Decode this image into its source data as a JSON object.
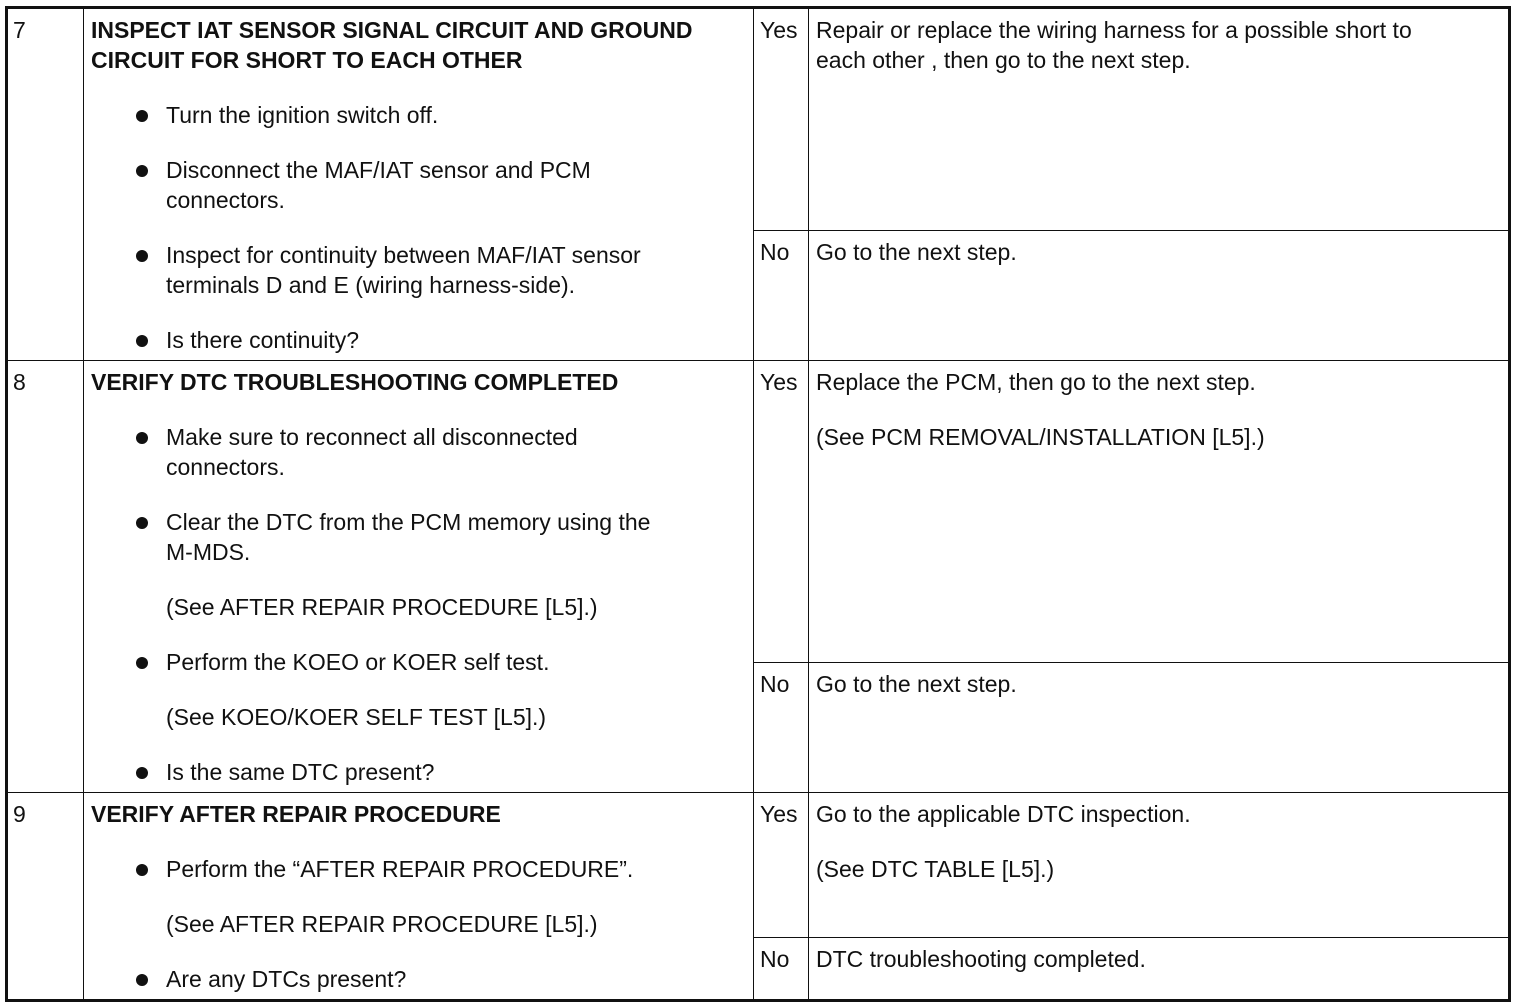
{
  "rows": [
    {
      "step": "7",
      "title_lines": [
        "INSPECT IAT SENSOR SIGNAL CIRCUIT AND GROUND",
        "CIRCUIT FOR SHORT TO EACH OTHER"
      ],
      "items": [
        {
          "text": "Turn the ignition switch off."
        },
        {
          "text": "Disconnect the MAF/IAT sensor and PCM",
          "text2": "connectors."
        },
        {
          "text": "Inspect for continuity between MAF/IAT sensor",
          "text2": "terminals D and E (wiring harness-side)."
        },
        {
          "text": "Is there continuity?"
        }
      ],
      "yes_label": "Yes",
      "yes_action": [
        "Repair or replace the wiring harness for a possible short to",
        "each other , then go to the next step."
      ],
      "no_label": "No",
      "no_action": [
        "Go to the next step."
      ]
    },
    {
      "step": "8",
      "title_lines": [
        "VERIFY DTC TROUBLESHOOTING COMPLETED"
      ],
      "items": [
        {
          "text": "Make sure to reconnect all disconnected",
          "text2": "connectors."
        },
        {
          "text": "Clear the DTC from the PCM memory using the",
          "text2": "M-MDS.",
          "note": "(See AFTER REPAIR PROCEDURE [L5].)"
        },
        {
          "text": "Perform the KOEO or KOER self test.",
          "note": "(See KOEO/KOER SELF TEST [L5].)"
        },
        {
          "text": "Is the same DTC present?"
        }
      ],
      "yes_label": "Yes",
      "yes_action": [
        "Replace the PCM, then go to the next step.",
        "(See PCM REMOVAL/INSTALLATION [L5].)"
      ],
      "no_label": "No",
      "no_action": [
        "Go to the next step."
      ]
    },
    {
      "step": "9",
      "title_lines": [
        "VERIFY AFTER REPAIR PROCEDURE"
      ],
      "items": [
        {
          "text": "Perform the “AFTER REPAIR PROCEDURE”.",
          "note": "(See AFTER REPAIR PROCEDURE [L5].)"
        },
        {
          "text": "Are any DTCs present?"
        }
      ],
      "yes_label": "Yes",
      "yes_action": [
        "Go to the applicable DTC inspection.",
        "(See DTC TABLE [L5].)"
      ],
      "no_label": "No",
      "no_action": [
        "DTC troubleshooting completed."
      ]
    }
  ]
}
